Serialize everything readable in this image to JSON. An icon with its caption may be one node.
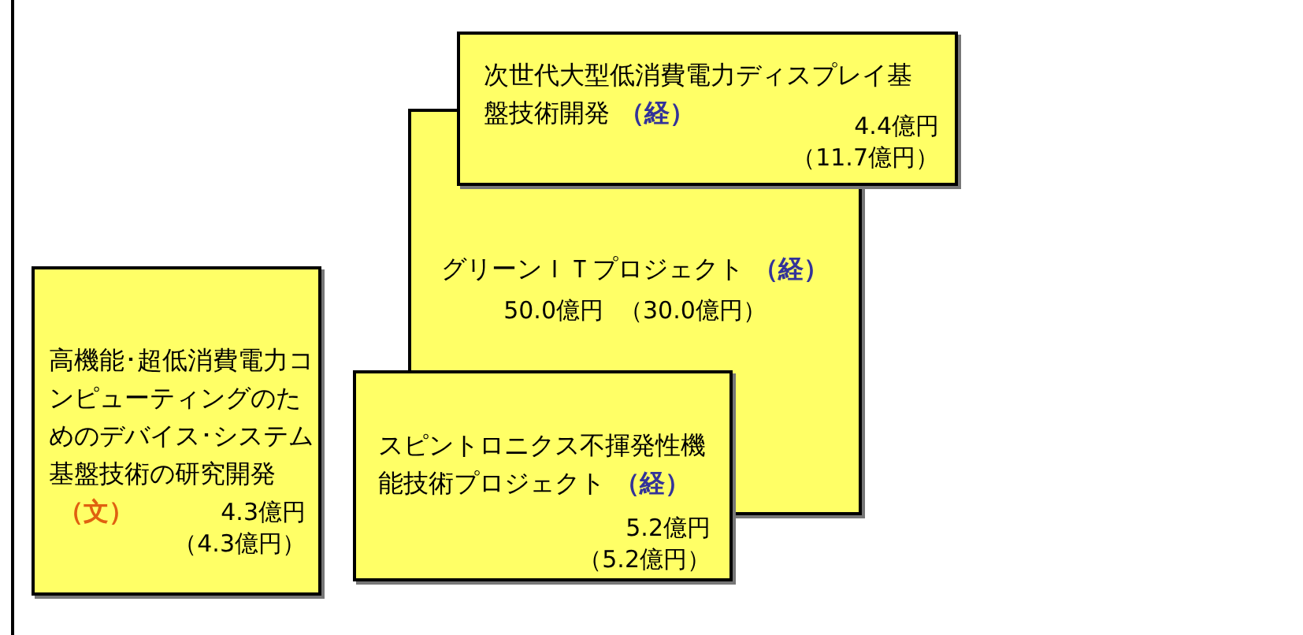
{
  "diagram": {
    "nodes": [
      {
        "text": [
          "次世代大型低消費電力ディスプレイ基盤技術開発",
          "（経）",
          "4.4億円",
          "（11.7億円）"
        ]
      },
      {
        "text": [
          "グリーンＩＴプロジェクト",
          "（経）",
          "50.0億円",
          "（30.0億円）"
        ]
      },
      {
        "text": [
          "高機能･超低消費電力コンピューティングのためのデバイス･システム基盤技術の研究開発",
          "（文）",
          "4.3億円",
          "（4.3億円）"
        ]
      },
      {
        "text": [
          "スピントロニクス不揮発性機能技術プロジェクト",
          "（経）",
          "5.2億円",
          "（5.2億円）"
        ]
      }
    ]
  }
}
